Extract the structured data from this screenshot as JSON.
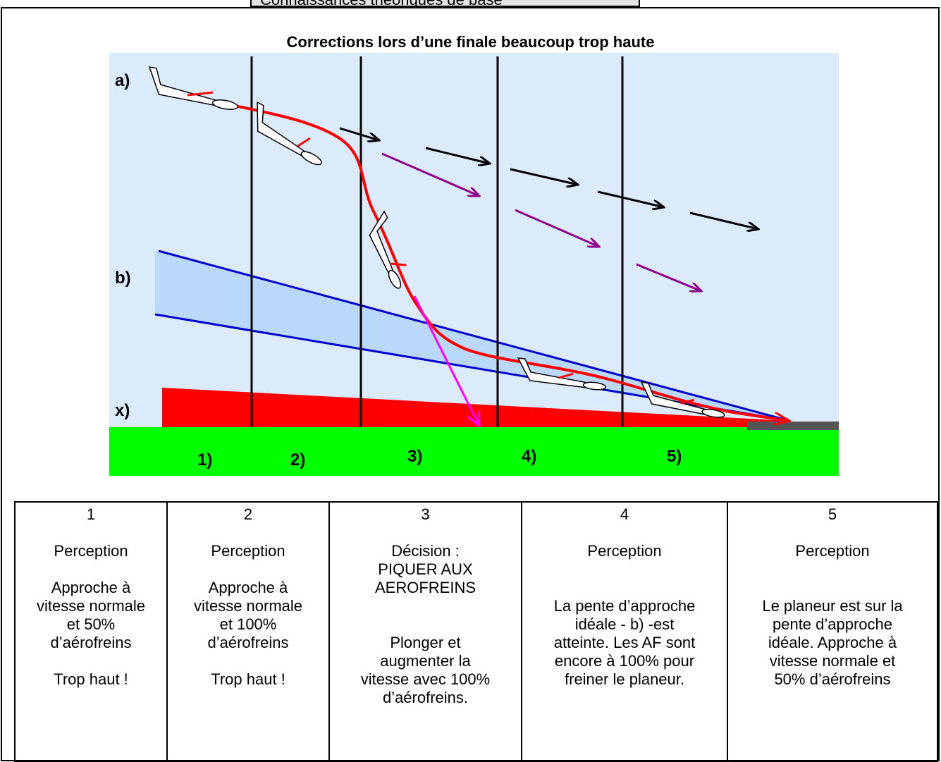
{
  "header": {
    "tab_label": "Connaissances théoriques de base"
  },
  "figure": {
    "title": "Corrections lors d’une finale beaucoup trop haute",
    "labels": {
      "a": "a)",
      "b": "b)",
      "x": "x)"
    },
    "zones": [
      "1)",
      "2)",
      "3)",
      "4)",
      "5)"
    ],
    "colors": {
      "sky": "#dcebfb",
      "ground": "#00ff00",
      "red_zone": "#ff0000",
      "ideal_band": "#b9d8fa",
      "slope_lines": "#0000cc",
      "flight_path": "#ff0000",
      "dive_arrow": "#ff00ff",
      "speed_arrows": "#000000",
      "descent_arrows": "#8b008b",
      "runway": "#555555"
    }
  },
  "table": {
    "columns": [
      {
        "number": "1",
        "heading": "Perception",
        "paragraph1": [
          "Approche à",
          "vitesse normale",
          "et 50%",
          "d’aérofreins"
        ],
        "paragraph2": [
          "Trop haut !"
        ]
      },
      {
        "number": "2",
        "heading": "Perception",
        "paragraph1": [
          "Approche à",
          "vitesse normale",
          "et 100%",
          "d’aérofreins"
        ],
        "paragraph2": [
          "Trop haut !"
        ]
      },
      {
        "number": "3",
        "heading": "Décision :",
        "paragraph1": [
          "PIQUER AUX",
          "AEROFREINS"
        ],
        "paragraph2": [
          "Plonger et",
          "augmenter la",
          "vitesse avec 100%",
          "d’aérofreins."
        ]
      },
      {
        "number": "4",
        "heading": "Perception",
        "paragraph1": [
          "La pente d’approche",
          "idéale - b) -est",
          "atteinte. Les AF sont",
          "encore à 100% pour",
          "freiner le planeur."
        ],
        "paragraph2": []
      },
      {
        "number": "5",
        "heading": "Perception",
        "paragraph1": [
          "Le planeur est sur la",
          "pente d’approche",
          "idéale. Approche à",
          "vitesse normale et",
          "50% d’aérofreins"
        ],
        "paragraph2": []
      }
    ]
  }
}
